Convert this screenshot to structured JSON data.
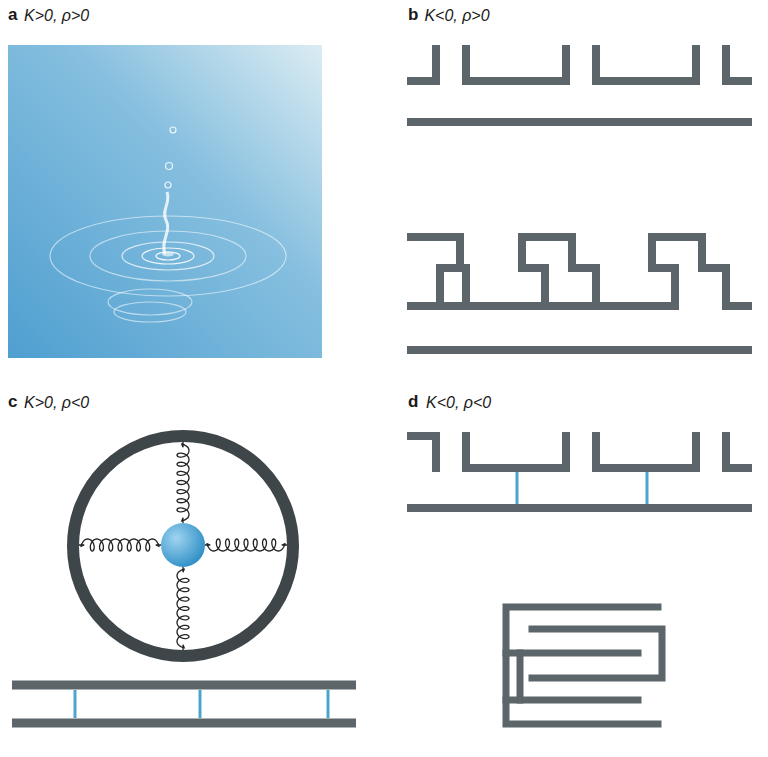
{
  "diagram": {
    "labels": [
      "a",
      "K>0, ρ>0",
      "b",
      "K<0, ρ>0",
      "c",
      "K>0, ρ<0",
      "d",
      "K<0, ρ<0"
    ]
  }
}
